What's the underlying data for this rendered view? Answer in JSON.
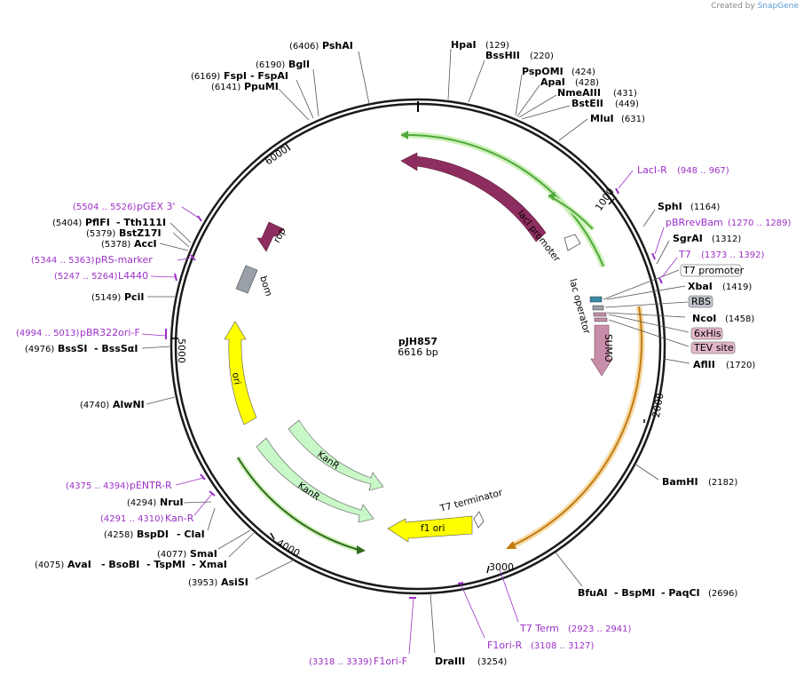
{
  "app": {
    "created_by": "Created by",
    "brand": "SnapGene"
  },
  "plasmid": {
    "name": "pJH857",
    "size": "6616 bp"
  },
  "ticks": [
    "1000",
    "2000",
    "3000",
    "4000",
    "5000",
    "6000"
  ],
  "enzymes": [
    {
      "name": "PshAI",
      "pos": "(6406)"
    },
    {
      "name": "HpaI",
      "pos": "(129)"
    },
    {
      "name": "BssHII",
      "pos": "(220)"
    },
    {
      "name": "BglI",
      "pos": "(6190)"
    },
    {
      "name": "FspI",
      "pos": "(6169)"
    },
    {
      "name": "- FspAI",
      "pos": ""
    },
    {
      "name": "PpuMI",
      "pos": "(6141)"
    },
    {
      "name": "PspOMI",
      "pos": "(424)"
    },
    {
      "name": "ApaI",
      "pos": "(428)"
    },
    {
      "name": "NmeAIII",
      "pos": "(431)"
    },
    {
      "name": "BstEII",
      "pos": "(449)"
    },
    {
      "name": "MluI",
      "pos": "(631)"
    },
    {
      "name": "SphI",
      "pos": "(1164)"
    },
    {
      "name": "SgrAI",
      "pos": "(1312)"
    },
    {
      "name": "XbaI",
      "pos": "(1419)"
    },
    {
      "name": "NcoI",
      "pos": "(1458)"
    },
    {
      "name": "AflII",
      "pos": "(1720)"
    },
    {
      "name": "BamHI",
      "pos": "(2182)"
    },
    {
      "name": "BfuAI",
      "pos": ""
    },
    {
      "name": "- BspMI",
      "pos": ""
    },
    {
      "name": "- PaqCI",
      "pos": "(2696)"
    },
    {
      "name": "DraIII",
      "pos": "(3254)"
    },
    {
      "name": "AsiSI",
      "pos": "(3953)"
    },
    {
      "name": "AvaI",
      "pos": "(4075)"
    },
    {
      "name": "- BsoBI",
      "pos": ""
    },
    {
      "name": "- TspMI",
      "pos": ""
    },
    {
      "name": "- XmaI",
      "pos": ""
    },
    {
      "name": "SmaI",
      "pos": "(4077)"
    },
    {
      "name": "BspDI",
      "pos": "(4258)"
    },
    {
      "name": "- ClaI",
      "pos": ""
    },
    {
      "name": "NruI",
      "pos": "(4294)"
    },
    {
      "name": "AlwNI",
      "pos": "(4740)"
    },
    {
      "name": "BssSI",
      "pos": "(4976)"
    },
    {
      "name": "- BssSαI",
      "pos": ""
    },
    {
      "name": "PciI",
      "pos": "(5149)"
    },
    {
      "name": "AccI",
      "pos": "(5378)"
    },
    {
      "name": "BstZ17I",
      "pos": "(5379)"
    },
    {
      "name": "PflFI",
      "pos": "(5404)"
    },
    {
      "name": "- Tth111I",
      "pos": ""
    }
  ],
  "primers": [
    {
      "name": "LacI-R",
      "range": "(948 .. 967)"
    },
    {
      "name": "pBRrevBam",
      "range": "(1270 .. 1289)"
    },
    {
      "name": "T7",
      "range": "(1373 .. 1392)"
    },
    {
      "name": "T7 Term",
      "range": "(2923 .. 2941)"
    },
    {
      "name": "F1ori-R",
      "range": "(3108 .. 3127)"
    },
    {
      "name": "F1ori-F",
      "range": "(3318 .. 3339)"
    },
    {
      "name": "pENTR-R",
      "range": "(4375 .. 4394)"
    },
    {
      "name": "Kan-R",
      "range": "(4291 .. 4310)"
    },
    {
      "name": "pBR322ori-F",
      "range": "(4994 .. 5013)"
    },
    {
      "name": "L4440",
      "range": "(5247 .. 5264)"
    },
    {
      "name": "pRS-marker",
      "range": "(5344 .. 5363)"
    },
    {
      "name": "pGEX 3'",
      "range": "(5504 .. 5526)"
    }
  ],
  "features": {
    "lacI": "lacI",
    "lacI_promoter": "lacI promoter",
    "lac_operator": "lac operator",
    "sumo": "SUMO",
    "rop": "rop",
    "bom": "bom",
    "ori": "ori",
    "kanR1": "KanR",
    "kanR2": "KanR",
    "f1_ori": "f1 ori",
    "t7_terminator": "T7 terminator",
    "t7_promoter": "T7 promoter",
    "rbs": "RBS",
    "his": "6xHis",
    "tev": "TEV site"
  },
  "colors": {
    "lacI": "#8e2d5f",
    "sumo": "#c88da8",
    "ori": "#ffff00",
    "kanR": "#c8f7c8",
    "bom": "#9aa0a8",
    "primer": "#9b30c7",
    "primer_binding_green": "#4fa93c",
    "primer_binding_orange": "#d08a1a"
  }
}
